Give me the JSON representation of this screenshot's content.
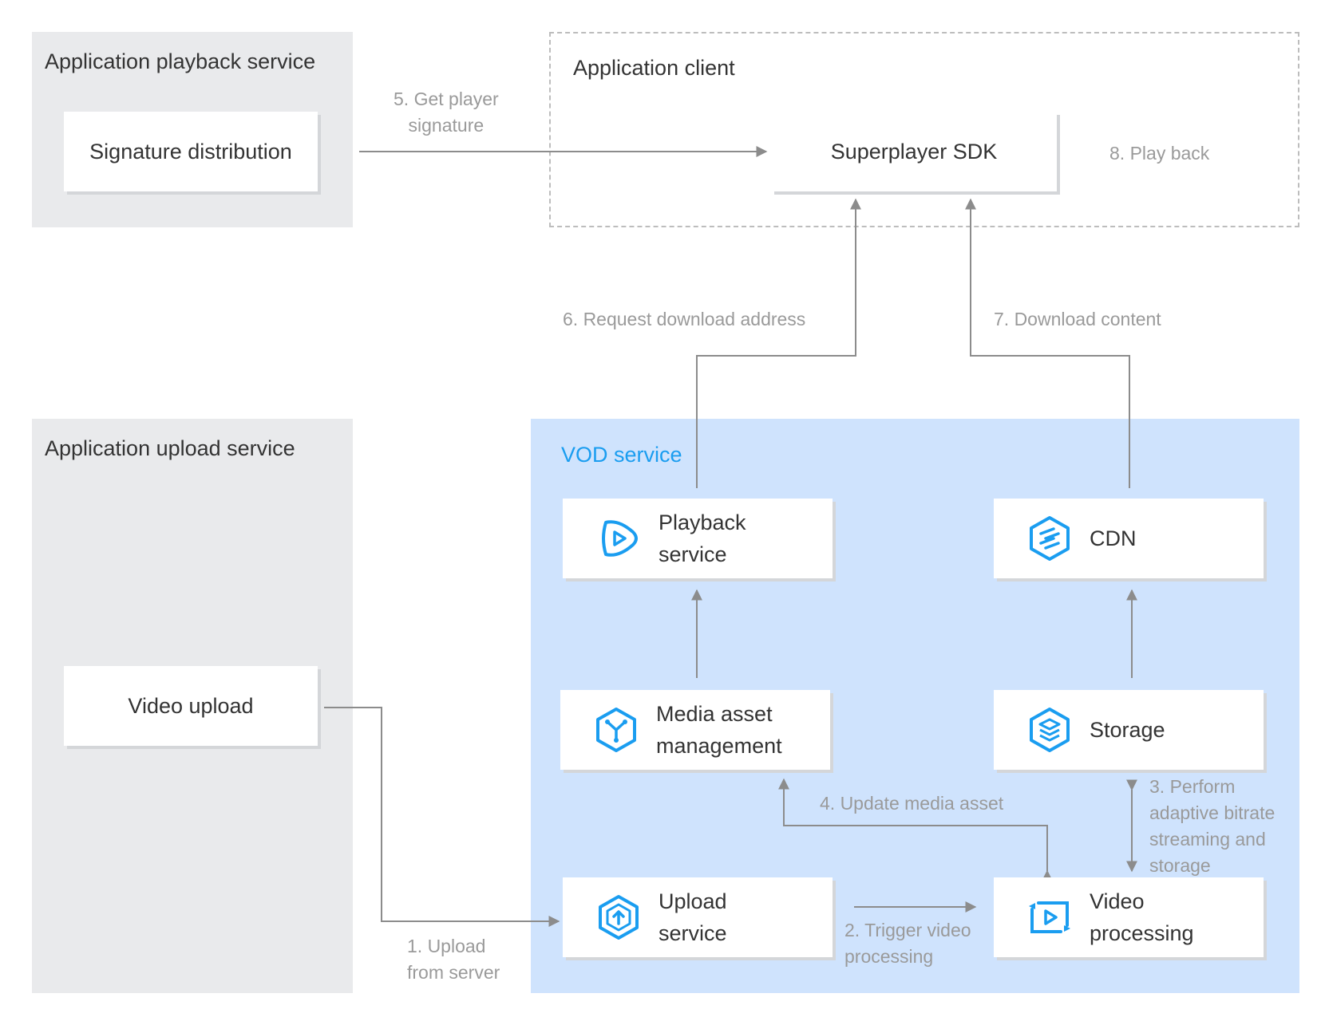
{
  "regions": {
    "playback_service": "Application playback service",
    "client": "Application client",
    "upload_service": "Application upload service",
    "vod": "VOD service"
  },
  "nodes": {
    "signature": "Signature distribution",
    "sdk": "Superplayer SDK",
    "video_upload": "Video upload",
    "playback": "Playback\nservice",
    "cdn": "CDN",
    "media_asset": "Media asset\nmanagement",
    "storage": "Storage",
    "upload": "Upload\nservice",
    "video_processing": "Video\nprocessing"
  },
  "edges": {
    "step1": "1. Upload\nfrom server",
    "step2": "2. Trigger video\nprocessing",
    "step3": "3. Perform\nadaptive bitrate\nstreaming and\nstorage",
    "step4": "4. Update media asset",
    "step5": "5. Get player\nsignature",
    "step6": "6. Request download address",
    "step7": "7. Download content",
    "step8": "8. Play back"
  },
  "icons": {
    "playback": "play-icon",
    "cdn": "cdn-icon",
    "media_asset": "media-asset-icon",
    "storage": "storage-icon",
    "upload": "upload-icon",
    "video_processing": "video-processing-icon"
  },
  "colors": {
    "accent": "#1a9df0",
    "gray_region": "#e9eaec",
    "blue_region": "#cfe3fd",
    "arrow": "#8c8c8c"
  }
}
